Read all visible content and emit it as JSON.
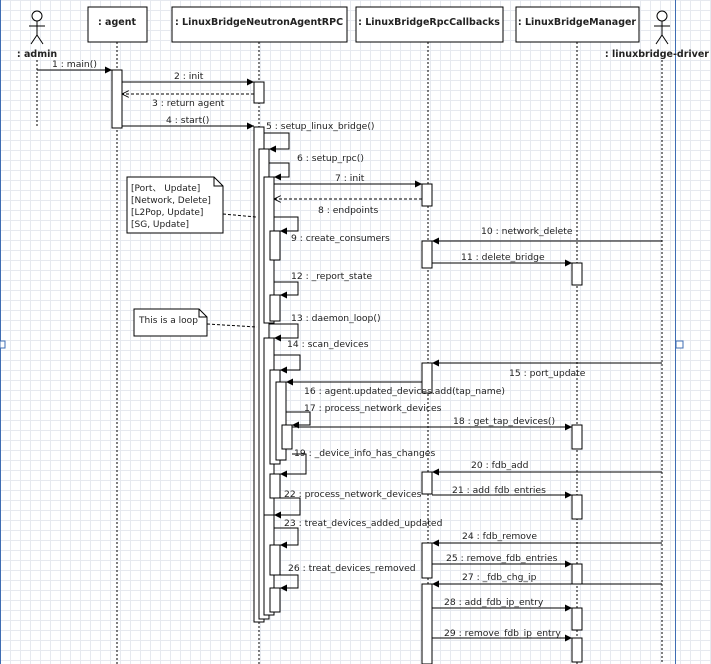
{
  "diagram": {
    "actors": {
      "admin": ": admin",
      "driver": ": linuxbridge-driver"
    },
    "lifelines": {
      "agent": ": agent",
      "rpc": ": LinuxBridgeNeutronAgentRPC",
      "callbacks": ": LinuxBridgeRpcCallbacks",
      "manager": ": LinuxBridgeManager"
    },
    "messages": {
      "m1": "1 : main()",
      "m2": "2 : init",
      "m3": "3 : return agent",
      "m4": "4 : start()",
      "m5": "5 : setup_linux_bridge()",
      "m6": "6 : setup_rpc()",
      "m7": "7 : init",
      "m8": "8 : endpoints",
      "m9": "9 : create_consumers",
      "m10": "10 : network_delete",
      "m11": "11 : delete_bridge",
      "m12": "12 : _report_state",
      "m13": "13 : daemon_loop()",
      "m14": "14 : scan_devices",
      "m15": "15 : port_update",
      "m16": "16 : agent.updated_devices.add(tap_name)",
      "m17": "17 : process_network_devices",
      "m18": "18 : get_tap_devices()",
      "m19": "19 : _device_info_has_changes",
      "m20": "20 : fdb_add",
      "m21": "21 : add_fdb_entries",
      "m22": "22 : process_network_devices",
      "m23": "23 : treat_devices_added_updated",
      "m24": "24 : fdb_remove",
      "m25": "25 : remove_fdb_entries",
      "m26": "26 : treat_devices_removed",
      "m27": "27 : _fdb_chg_ip",
      "m28": "28 : add_fdb_ip_entry",
      "m29": "29 : remove_fdb_ip_entry"
    },
    "notes": {
      "endpoints": [
        "[Port、 Update]",
        "[Network, Delete]",
        "[L2Pop, Update]",
        "[SG, Update]"
      ],
      "loop": "This is a loop"
    }
  }
}
